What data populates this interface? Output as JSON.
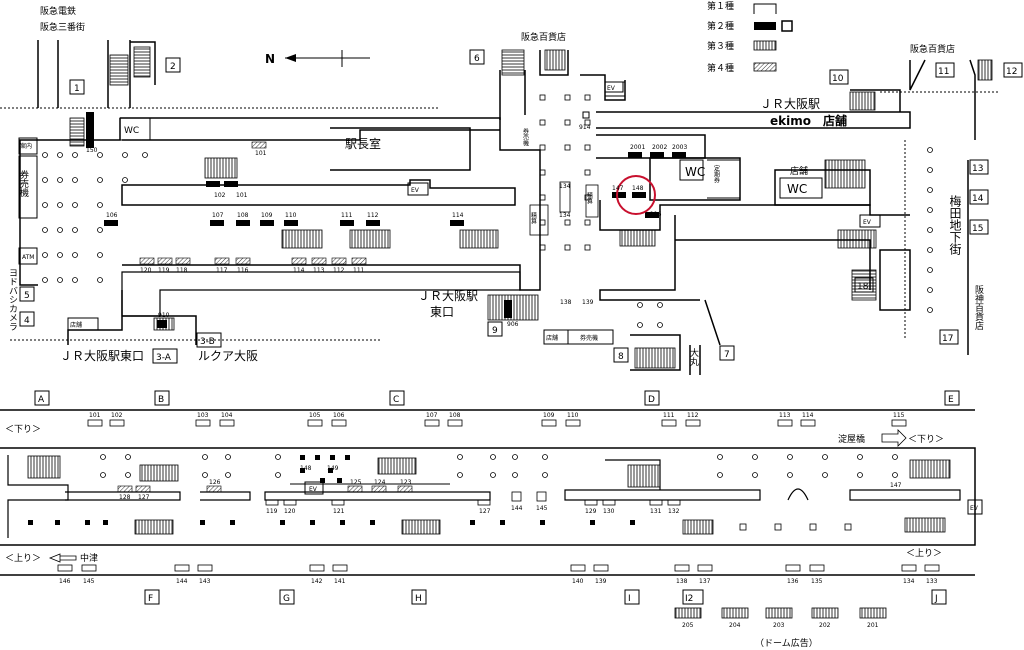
{
  "labels": {
    "hankyu_railway": "阪急電鉄",
    "hankyu_sanbangai": "阪急三番街",
    "hankyu_dept_top": "阪急百貨店",
    "hankyu_dept_right": "阪急百貨店",
    "north": "N",
    "ekichoshitsu": "駅長室",
    "wc": "WC",
    "annai": "案内",
    "kenbaiki": "券売機",
    "atm": "ATM",
    "yodobashi": "ヨドバシカメラ",
    "tenpo": "店舗",
    "jr_osaka_east_exit": "ＪＲ大阪駅東口",
    "lucua": "ルクア大阪",
    "jr_osaka_station_top": "ＪＲ大阪駅",
    "ekimo": "ekimo　店舗",
    "umeda_chikagai": "梅田地下街",
    "hanshin_dept": "阪神百貨店",
    "jr_osaka_east_mid_1": "ＪＲ大阪駅",
    "jr_osaka_east_mid_2": "東口",
    "seisan": "精算",
    "teikiken": "定期券",
    "daimaru": "大丸",
    "kudari": "＜下り＞",
    "nobori": "＜上り＞",
    "yodoyabashi": "淀屋橋",
    "nakatsu": "中津",
    "dome": "（ドーム広告）",
    "ev": "EV"
  },
  "legend": [
    {
      "label": "第１種"
    },
    {
      "label": "第２種"
    },
    {
      "label": "第３種"
    },
    {
      "label": "第４種"
    }
  ],
  "exits": [
    "1",
    "2",
    "3-A",
    "3-B",
    "4",
    "5",
    "6",
    "7",
    "8",
    "9",
    "10",
    "11",
    "12",
    "13",
    "14",
    "15",
    "17",
    "18"
  ],
  "section_letters": [
    "A",
    "B",
    "C",
    "D",
    "E",
    "F",
    "G",
    "H",
    "I",
    "I2",
    "J"
  ],
  "concourse_ad_numbers": [
    "150",
    "101",
    "102",
    "101",
    "106",
    "107",
    "108",
    "109",
    "110",
    "111",
    "112",
    "114",
    "120",
    "119",
    "118",
    "117",
    "116",
    "114",
    "113",
    "112",
    "111",
    "910",
    "906",
    "914",
    "134",
    "134",
    "138",
    "139",
    "2001",
    "2002",
    "2003",
    "147",
    "148",
    "116"
  ],
  "platform_top_ads": [
    "101",
    "102",
    "103",
    "104",
    "105",
    "106",
    "107",
    "108",
    "109",
    "110",
    "111",
    "112",
    "113",
    "114",
    "115"
  ],
  "platform_mid_ads": [
    "148",
    "149",
    "128",
    "127",
    "126",
    "125",
    "124",
    "123",
    "119",
    "120",
    "121",
    "127",
    "144",
    "145",
    "129",
    "130",
    "131",
    "132",
    "147"
  ],
  "platform_bottom_ads": [
    "146",
    "145",
    "144",
    "143",
    "142",
    "141",
    "140",
    "139",
    "138",
    "137",
    "136",
    "135",
    "134",
    "133"
  ],
  "dome_ads": [
    "205",
    "204",
    "203",
    "202",
    "201"
  ]
}
